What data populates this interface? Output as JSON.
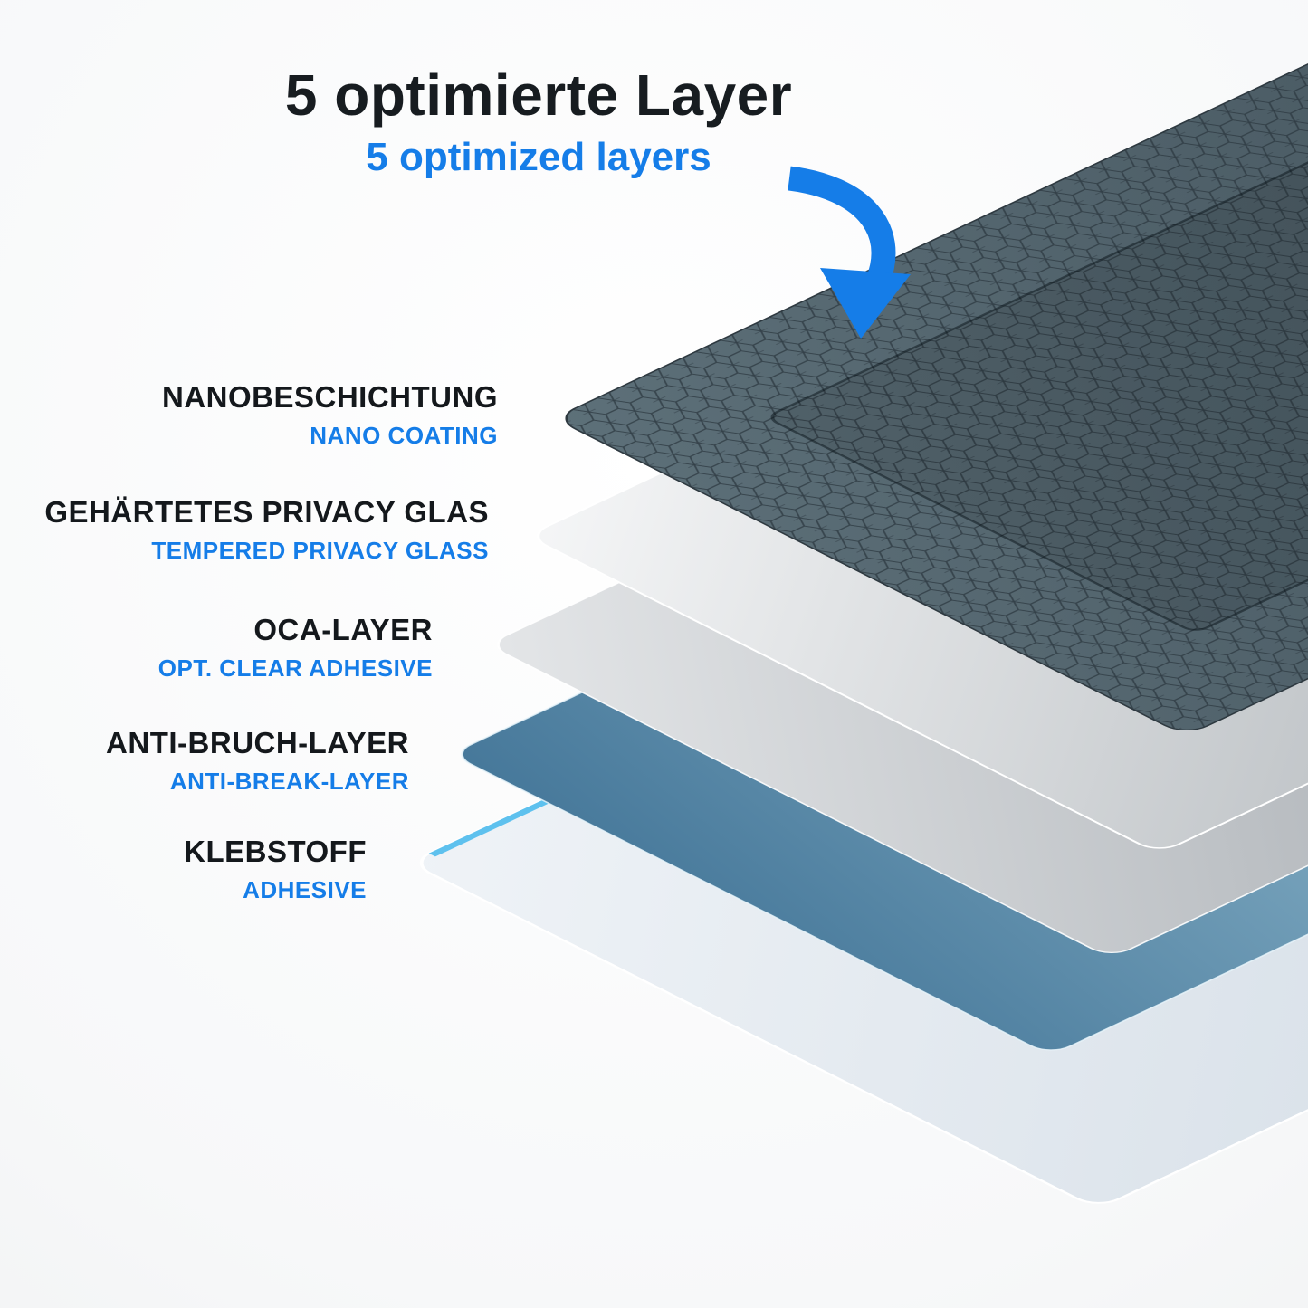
{
  "title": {
    "de": "5 optimierte Layer",
    "en": "5 optimized layers"
  },
  "accent_color": "#157de8",
  "text_color": "#14181c",
  "labels": [
    {
      "de": "NANOBESCHICHTUNG",
      "en": "NANO COATING"
    },
    {
      "de": "GEHÄRTETES PRIVACY GLAS",
      "en": "TEMPERED PRIVACY GLASS"
    },
    {
      "de": "OCA-LAYER",
      "en": "OPT. CLEAR ADHESIVE"
    },
    {
      "de": "ANTI-BRUCH-LAYER",
      "en": "ANTI-BREAK-LAYER"
    },
    {
      "de": "KLEBSTOFF",
      "en": "ADHESIVE"
    }
  ],
  "layers": [
    {
      "name": "nano-coating",
      "color_light": "#5d7079",
      "color_dark": "#3e4d56"
    },
    {
      "name": "tempered-privacy-glass",
      "color_light": "#f5f6f7",
      "color_dark": "#b4b9bd"
    },
    {
      "name": "oca-layer",
      "color_light": "#e4e6e8",
      "color_dark": "#969ca2"
    },
    {
      "name": "anti-break-layer",
      "color_dark": "#46789a",
      "color_light": "#abd0df"
    },
    {
      "name": "adhesive",
      "color_light": "#eff3f7",
      "color_dark": "#d4dde6",
      "edge_color": "#5ec1ee"
    }
  ],
  "icons": {
    "arrow": "curved-arrow-down"
  }
}
